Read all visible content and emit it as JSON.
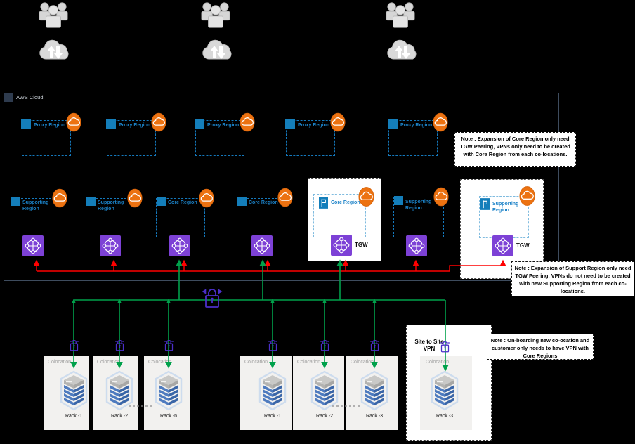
{
  "aws_cloud": {
    "label": "AWS Cloud"
  },
  "row1": [
    {
      "label": "Proxy Region"
    },
    {
      "label": "Proxy Region"
    },
    {
      "label": "Proxy Region"
    },
    {
      "label": "Proxy Region"
    },
    {
      "label": "Proxy Region"
    }
  ],
  "row2": [
    {
      "label": "Supporting Region"
    },
    {
      "label": "Supporting Region"
    },
    {
      "label": "Core Region"
    },
    {
      "label": "Core Region"
    },
    {
      "label": "Core Region",
      "tgw_label": "TGW"
    },
    {
      "label": "Supporting Region"
    },
    {
      "label": "Supporting Region",
      "tgw_label": "TGW"
    }
  ],
  "notes": [
    {
      "text": "Note : Expansion of Core Region only need TGW Peering, VPNs only need to be created with Core Region from each co-locations."
    },
    {
      "text": "Note : Expansion of Support Region only need TGW Peering, VPNs do not need to be created with new Supporting Region from each co-locations."
    },
    {
      "text": "Note : On-boarding new co-ocation and customer only needs to have VPN with Core Regions"
    }
  ],
  "site_vpn": {
    "label": "Site to Site VPN"
  },
  "colocations": [
    {
      "title": "Colocation",
      "rack": "Rack -1"
    },
    {
      "title": "Colocation",
      "rack": "Rack -2"
    },
    {
      "title": "Colocation",
      "rack": "Rack -n"
    },
    {
      "title": "Colocation",
      "rack": "Rack -1"
    },
    {
      "title": "Colocation",
      "rack": "Rack -2"
    },
    {
      "title": "Colocation",
      "rack": "Rack -3"
    },
    {
      "title": "Colocation",
      "rack": "Rack -3"
    }
  ],
  "colors": {
    "vpn_line_green": "#00A14B",
    "peering_line_red": "#FF0000",
    "tgw_purple": "#7D41D6",
    "lock_purple": "#4B2FC9",
    "cloud_orange": "#EC7211",
    "region_blue": "#147EBA",
    "region_text_blue": "#1B82C8"
  }
}
